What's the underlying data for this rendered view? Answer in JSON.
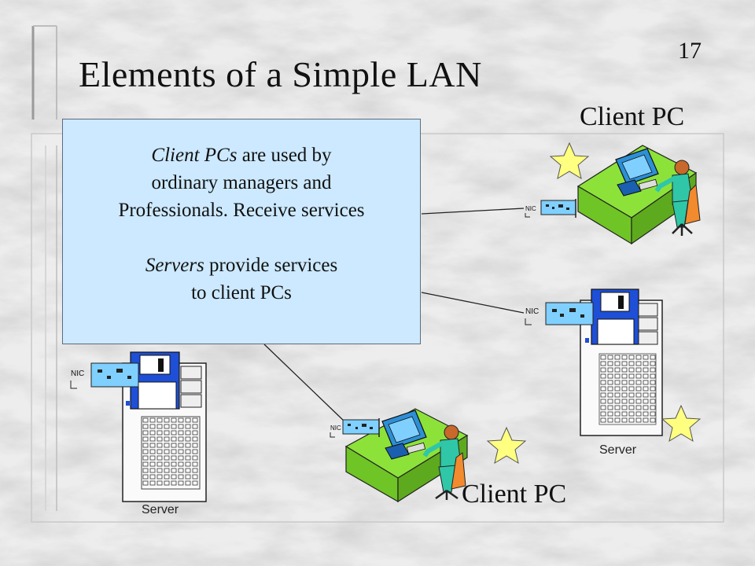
{
  "slide": {
    "number": "17",
    "title": "Elements of a Simple LAN"
  },
  "labels": {
    "client_top": "Client PC",
    "client_bottom": "Client PC",
    "server_left": "Server",
    "server_right": "Server",
    "nic": "NIC"
  },
  "callout": {
    "line1_italic": "Client PCs",
    "line1_rest": " are used by",
    "line2": "ordinary managers and",
    "line3": "Professionals. Receive services",
    "line4_italic": "Servers",
    "line4_rest": " provide services",
    "line5": "to client PCs"
  },
  "colors": {
    "callout_fill": "#cce9ff",
    "desk": "#8de23a",
    "person": "#2fc7a8",
    "star": "#ffff80",
    "floppy": "#1e4fd6",
    "monitor": "#2d8fd6"
  }
}
